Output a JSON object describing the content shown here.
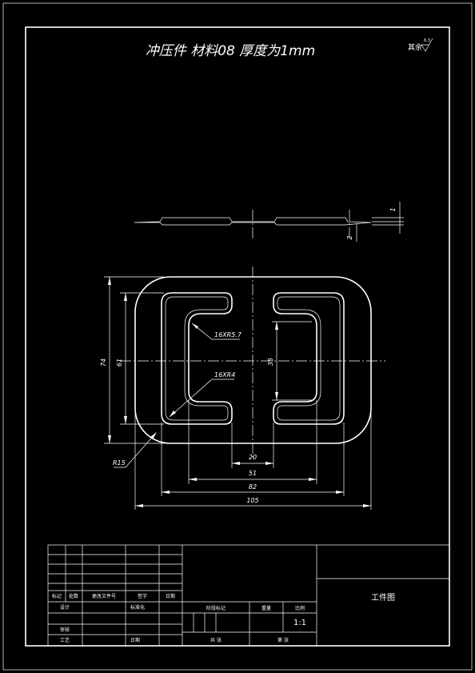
{
  "drawing": {
    "title": "冲压件    材料08   厚度为1mm",
    "surface_note": {
      "label": "其余",
      "value": "6.3"
    },
    "section_view_dims": {
      "thickness": "1",
      "height": "2"
    },
    "front_view_dims": {
      "overall_height": "74",
      "inner_height": "61",
      "slot_height": "35",
      "gap_width": "20",
      "inner_span": "51",
      "slot_span": "82",
      "overall_width": "105",
      "corner_radius": "R15",
      "callout_1": "16XR5.7",
      "callout_2": "16XR4"
    }
  },
  "title_block": {
    "rev_headers": [
      "标记",
      "处数",
      "更改文件号",
      "签字",
      "日期"
    ],
    "row_labels": [
      "设计",
      "审核",
      "工艺"
    ],
    "std_label": "标准化",
    "date_label": "日期",
    "stage_label": "阶段标记",
    "weight_label": "重量",
    "scale_label": "比例",
    "scale_value": "1:1",
    "sheets_label": "共    张",
    "sheet_label": "第    张",
    "drawing_name": "工件图"
  }
}
